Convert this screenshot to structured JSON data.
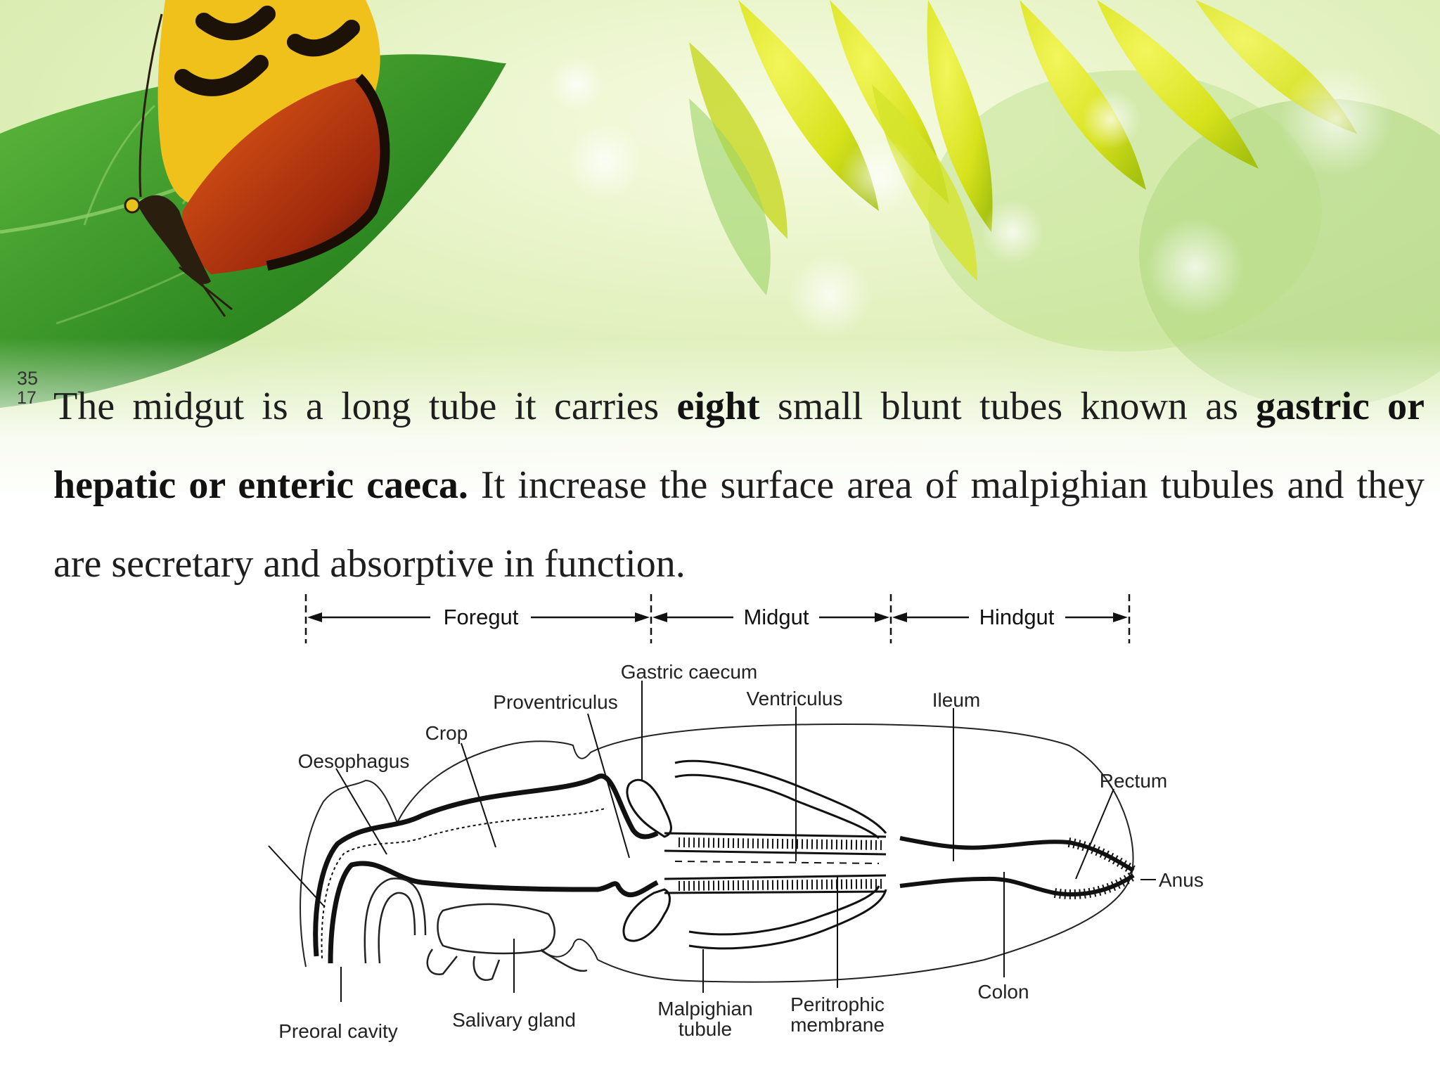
{
  "slide": {
    "number_top": "35",
    "number_bottom": "17"
  },
  "paragraph": {
    "part1": "The midgut is a long tube it carries ",
    "emph1": "eight",
    "part2": " small blunt tubes known as ",
    "emph2": "gastric or hepatic or enteric caeca.",
    "part3": " It increase the surface area of malpighian tubules and they are secretary and absorptive in function."
  },
  "diagram": {
    "regions": {
      "foregut": "Foregut",
      "midgut": "Midgut",
      "hindgut": "Hindgut"
    },
    "labels": {
      "gastric_caecum": "Gastric caecum",
      "proventriculus": "Proventriculus",
      "ventriculus": "Ventriculus",
      "ileum": "Ileum",
      "crop": "Crop",
      "oesophagus": "Oesophagus",
      "rectum": "Rectum",
      "anus": "Anus",
      "colon": "Colon",
      "preoral_cavity": "Preoral cavity",
      "salivary_gland": "Salivary gland",
      "malpighian_line1": "Malpighian",
      "malpighian_line2": "tubule",
      "peritrophic_line1": "Peritrophic",
      "peritrophic_line2": "membrane"
    }
  },
  "colors": {
    "leaf_green": "#3f9a2c",
    "sunflower_yellow": "#e8ee2a",
    "butterfly_orange": "#c0400f",
    "text": "#1e1e1e"
  },
  "icons": {
    "background": "butterfly-on-leaf-illustration"
  }
}
